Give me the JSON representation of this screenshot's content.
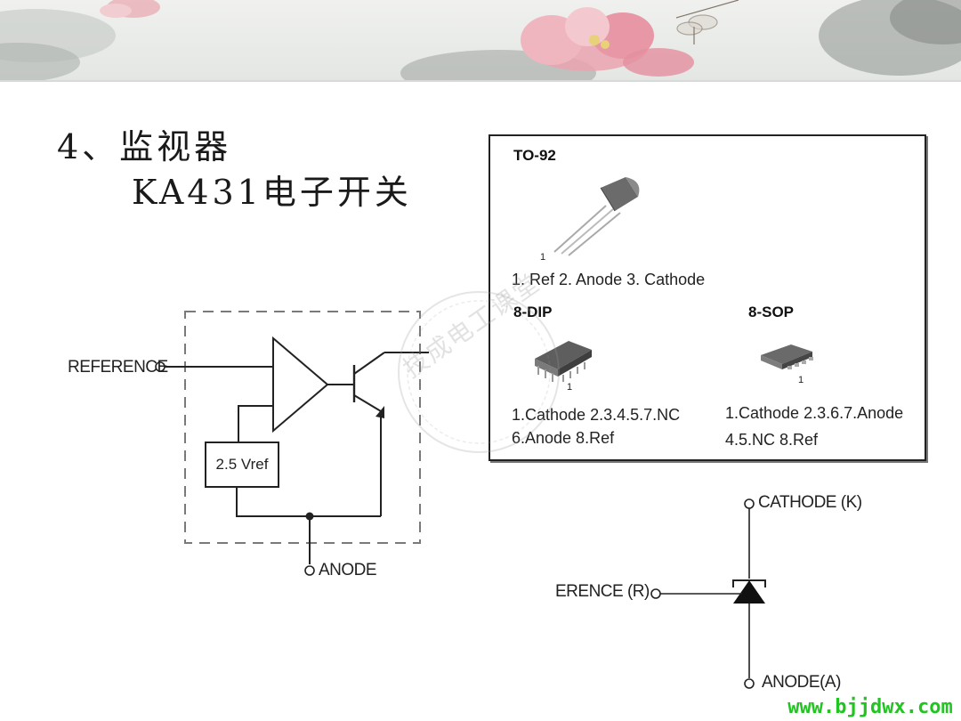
{
  "slide": {
    "title_line1": "4、监视器",
    "title_line2": "KA431电子开关"
  },
  "packages": {
    "to92": {
      "heading": "TO-92",
      "pin_marker": "1",
      "pinout": "1. Ref 2. Anode 3. Cathode"
    },
    "dip8": {
      "heading": "8-DIP",
      "pin_marker": "1",
      "pinout_line1": "1.Cathode 2.3.4.5.7.NC",
      "pinout_line2": "6.Anode 8.Ref"
    },
    "sop8": {
      "heading": "8-SOP",
      "pin_marker": "1",
      "pinout_line1": "1.Cathode 2.3.6.7.Anode",
      "pinout_line2": "4.5.NC 8.Ref"
    }
  },
  "block_diagram": {
    "reference_label": "REFERENCE",
    "vref_label": "2.5 Vref",
    "anode_label": "ANODE"
  },
  "symbol": {
    "cathode_label": "CATHODE (K)",
    "reference_label": "ERENCE (R)",
    "anode_label": "ANODE(A)"
  },
  "watermark": {
    "text": "技成电工课堂"
  },
  "footer": {
    "site_url": "www.bjjdwx.com"
  },
  "colors": {
    "line": "#222222",
    "dashed_box": "#7a7a7a",
    "site_url": "#21c421",
    "lotus_pink": "#e89aa8"
  }
}
